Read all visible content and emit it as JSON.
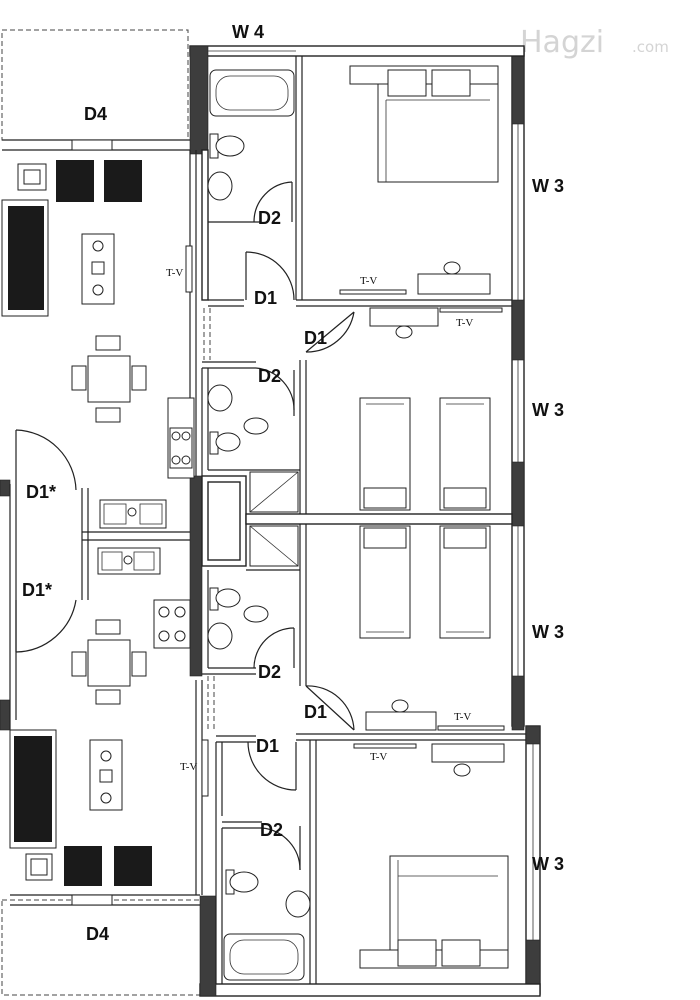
{
  "watermark": {
    "brand": "Hagzi",
    "suffix": ".com"
  },
  "labels": {
    "w4": "W 4",
    "w3a": "W 3",
    "w3b": "W 3",
    "w3c": "W 3",
    "w3d": "W 3",
    "d4_top": "D4",
    "d4_bottom": "D4",
    "d2_a": "D2",
    "d2_b": "D2",
    "d2_c": "D2",
    "d2_d": "D2",
    "d1_a": "D1",
    "d1_b": "D1",
    "d1_c": "D1",
    "d1_d": "D1",
    "d1star_a": "D1*",
    "d1star_b": "D1*",
    "tv_a": "T-V",
    "tv_b": "T-V",
    "tv_c": "T-V",
    "tv_d": "T-V",
    "tv_e": "T-V",
    "tv_f": "T-V"
  }
}
